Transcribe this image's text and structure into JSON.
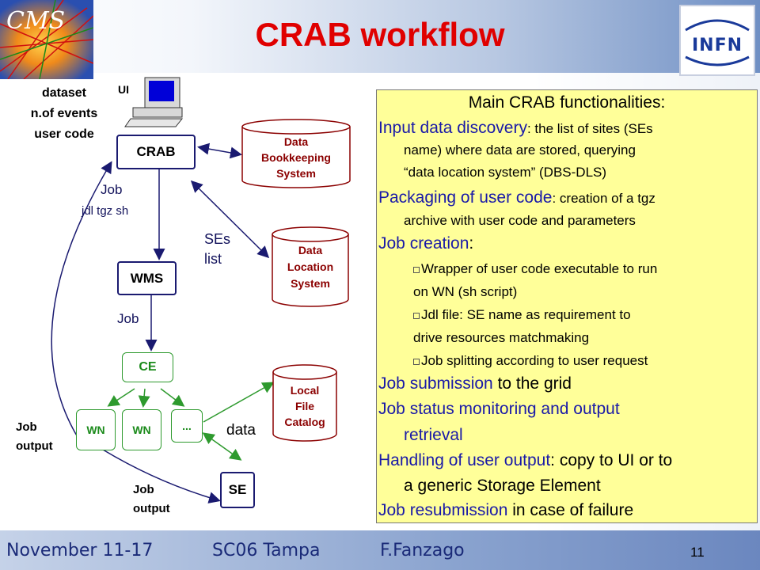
{
  "title": "CRAB workflow",
  "logos": {
    "left": "CMS",
    "right": "INFN"
  },
  "diagram": {
    "ui_label": "UI",
    "input_labels": [
      "dataset",
      "n.of events",
      "user code"
    ],
    "crab": "CRAB",
    "job_label": "Job",
    "job_files": "jdl tgz sh",
    "wms": "WMS",
    "job_label2": "Job",
    "ce": "CE",
    "wn1": "WN",
    "wn2": "WN",
    "wn_more": "...",
    "job_output_left": [
      "Job",
      "output"
    ],
    "job_output_bottom": [
      "Job",
      "output"
    ],
    "se": "SE",
    "data_label": "data",
    "ses_list": [
      "SEs",
      "list"
    ],
    "dbs": [
      "Data",
      "Bookkeeping",
      "System"
    ],
    "dls": [
      "Data",
      "Location",
      "System"
    ],
    "lfc": [
      "Local",
      "File",
      "Catalog"
    ]
  },
  "panel": {
    "heading": "Main CRAB functionalities:",
    "input_discovery_title": "Input data discovery",
    "input_discovery_rest": ": the list of sites (SEs",
    "input_discovery_l2": "name) where data are stored,  querying",
    "input_discovery_l3": "“data location system” (DBS-DLS)",
    "packaging_title": "Packaging of user code",
    "packaging_rest": ": creation of a tgz",
    "packaging_l2": "archive with user code and parameters",
    "creation_title": "Job creation",
    "creation_colon": ":",
    "wrapper_l1": "Wrapper of user code executable to run",
    "wrapper_l2": "on WN (sh script)",
    "jdl_l1": "Jdl file: SE name as requirement to",
    "jdl_l2": "drive resources matchmaking",
    "split_l1": "Job splitting according to user request",
    "submission_title": "Job submission",
    "submission_rest": " to the grid",
    "status_title": "Job status monitoring and output",
    "status_l2": "retrieval",
    "handling_title": "Handling of user output",
    "handling_rest": ": copy to UI or to",
    "handling_l2": "a generic Storage Element",
    "resub_title": "Job resubmission",
    "resub_rest": " in case of failure"
  },
  "footer": {
    "date": "November 11-17",
    "event": "SC06 Tampa",
    "author": "F.Fanzago",
    "page": "11"
  }
}
